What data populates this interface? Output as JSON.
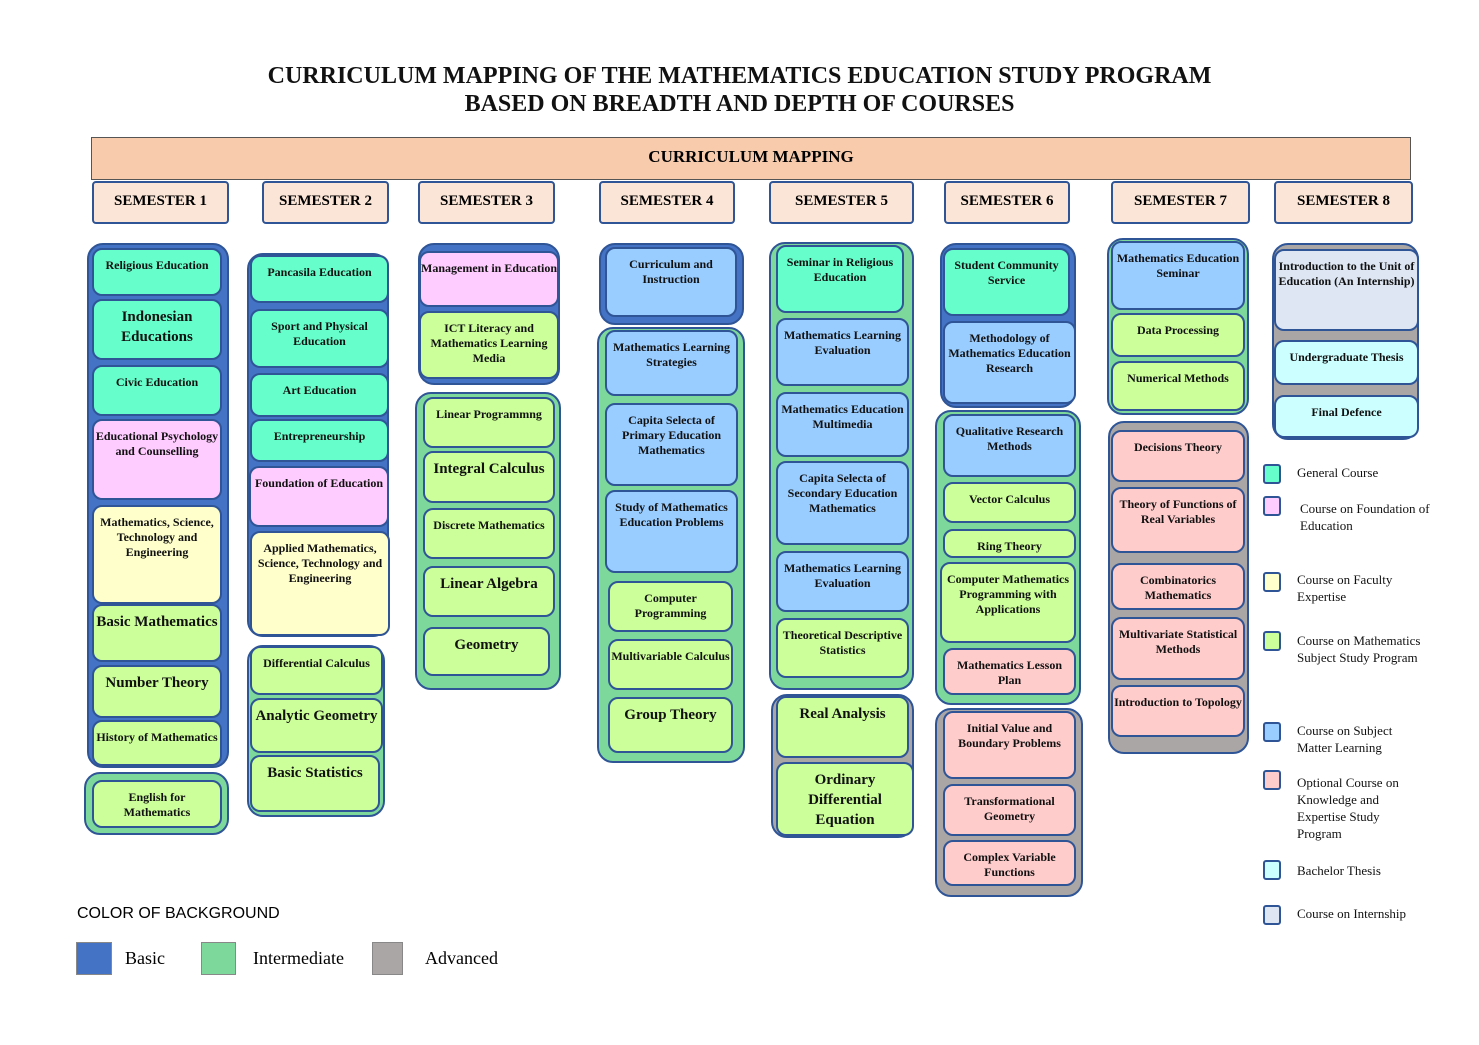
{
  "title": {
    "line1": "CURRICULUM MAPPING OF THE MATHEMATICS EDUCATION STUDY PROGRAM",
    "line2": "BASED ON BREADTH AND DEPTH OF COURSES"
  },
  "banner": "CURRICULUM MAPPING",
  "colors": {
    "basic": "#4472c4",
    "intermediate": "#7dd99b",
    "advanced": "#aaa6a6",
    "general": "#66ffcc",
    "foundation": "#ffccff",
    "faculty": "#ffffcc",
    "math": "#ccff99",
    "subject": "#99ccff",
    "optional": "#ffcccc",
    "thesis": "#ccffff",
    "internship": "#dde6f2"
  },
  "semesters": [
    {
      "label": "SEMESTER 1",
      "groups": [
        {
          "level": "basic",
          "courses": [
            {
              "name": "Religious Education",
              "type": "general"
            },
            {
              "name": "Indonesian Educations",
              "type": "general"
            },
            {
              "name": "Civic Education",
              "type": "general"
            },
            {
              "name": "Educational Psychology and Counselling",
              "type": "foundation"
            },
            {
              "name": "Mathematics, Science, Technology and Engineering",
              "type": "faculty"
            },
            {
              "name": "Basic Mathematics",
              "type": "math"
            },
            {
              "name": "Number Theory",
              "type": "math"
            },
            {
              "name": "History of Mathematics",
              "type": "math"
            }
          ]
        },
        {
          "level": "intermediate",
          "courses": [
            {
              "name": "English for Mathematics",
              "type": "math"
            }
          ]
        }
      ]
    },
    {
      "label": "SEMESTER 2",
      "groups": [
        {
          "level": "basic",
          "courses": [
            {
              "name": "Pancasila Education",
              "type": "general"
            },
            {
              "name": "Sport and Physical Education",
              "type": "general"
            },
            {
              "name": "Art  Education",
              "type": "general"
            },
            {
              "name": "Entrepreneurship",
              "type": "general"
            },
            {
              "name": "Foundation of Education",
              "type": "foundation"
            },
            {
              "name": "Applied Mathematics, Science, Technology and Engineering",
              "type": "faculty"
            }
          ]
        },
        {
          "level": "intermediate",
          "courses": [
            {
              "name": "Differential Calculus",
              "type": "math"
            },
            {
              "name": "Analytic Geometry",
              "type": "math"
            },
            {
              "name": "Basic Statistics",
              "type": "math"
            }
          ]
        }
      ]
    },
    {
      "label": "SEMESTER 3",
      "groups": [
        {
          "level": "basic",
          "courses": [
            {
              "name": "Management in Education",
              "type": "foundation"
            },
            {
              "name": "ICT Literacy and Mathematics Learning Media",
              "type": "math"
            }
          ]
        },
        {
          "level": "intermediate",
          "courses": [
            {
              "name": "Linear Programmng",
              "type": "math"
            },
            {
              "name": "Integral Calculus",
              "type": "math"
            },
            {
              "name": "Discrete Mathematics",
              "type": "math"
            },
            {
              "name": "Linear Algebra",
              "type": "math"
            },
            {
              "name": "Geometry",
              "type": "math"
            }
          ]
        }
      ]
    },
    {
      "label": "SEMESTER 4",
      "groups": [
        {
          "level": "basic",
          "courses": [
            {
              "name": "Curriculum and Instruction",
              "type": "subject"
            }
          ]
        },
        {
          "level": "intermediate",
          "courses": [
            {
              "name": "Mathematics Learning Strategies",
              "type": "subject"
            },
            {
              "name": "Capita Selecta of Primary Education Mathematics",
              "type": "subject"
            },
            {
              "name": "Study of Mathematics Education Problems",
              "type": "subject"
            },
            {
              "name": "Computer Programming",
              "type": "math"
            },
            {
              "name": "Multivariable Calculus",
              "type": "math"
            },
            {
              "name": "Group Theory",
              "type": "math"
            }
          ]
        }
      ]
    },
    {
      "label": "SEMESTER 5",
      "groups": [
        {
          "level": "intermediate",
          "courses": [
            {
              "name": "Seminar in Religious Education",
              "type": "general"
            },
            {
              "name": "Mathematics Learning Evaluation",
              "type": "subject"
            },
            {
              "name": "Mathematics Education Multimedia",
              "type": "subject"
            },
            {
              "name": "Capita Selecta of Secondary Education Mathematics",
              "type": "subject"
            },
            {
              "name": "Mathematics Learning Evaluation",
              "type": "subject"
            },
            {
              "name": "Theoretical Descriptive Statistics",
              "type": "math"
            }
          ]
        },
        {
          "level": "advanced",
          "courses": [
            {
              "name": "Real Analysis",
              "type": "math"
            },
            {
              "name": "Ordinary Differential Equation",
              "type": "math"
            }
          ]
        }
      ]
    },
    {
      "label": "SEMESTER 6",
      "groups": [
        {
          "level": "basic",
          "courses": [
            {
              "name": "Student Community Service",
              "type": "general"
            },
            {
              "name": "Methodology of Mathematics Education Research",
              "type": "subject"
            }
          ]
        },
        {
          "level": "intermediate",
          "courses": [
            {
              "name": "Qualitative Research Methods",
              "type": "subject"
            },
            {
              "name": "Vector Calculus",
              "type": "math"
            },
            {
              "name": "Ring Theory",
              "type": "math"
            },
            {
              "name": "Computer Mathematics Programming with Applications",
              "type": "math"
            },
            {
              "name": "Mathematics Lesson Plan",
              "type": "optional"
            }
          ]
        },
        {
          "level": "advanced",
          "courses": [
            {
              "name": "Initial Value and Boundary Problems",
              "type": "optional"
            },
            {
              "name": "Transformational Geometry",
              "type": "optional"
            },
            {
              "name": "Complex Variable Functions",
              "type": "optional"
            }
          ]
        }
      ]
    },
    {
      "label": "SEMESTER 7",
      "groups": [
        {
          "level": "intermediate",
          "courses": [
            {
              "name": "Mathematics Education Seminar",
              "type": "subject"
            },
            {
              "name": "Data Processing",
              "type": "math"
            },
            {
              "name": "Numerical Methods",
              "type": "math"
            }
          ]
        },
        {
          "level": "advanced",
          "courses": [
            {
              "name": "Decisions Theory",
              "type": "optional"
            },
            {
              "name": "Theory of Functions of Real Variables",
              "type": "optional"
            },
            {
              "name": "Combinatorics Mathematics",
              "type": "optional"
            },
            {
              "name": "Multivariate Statistical Methods",
              "type": "optional"
            },
            {
              "name": "Introduction to Topology",
              "type": "optional"
            }
          ]
        }
      ]
    },
    {
      "label": "SEMESTER 8",
      "groups": [
        {
          "level": "advanced",
          "courses": [
            {
              "name": "Introduction to the Unit of Education (An Internship)",
              "type": "internship"
            },
            {
              "name": "Undergraduate Thesis",
              "type": "thesis"
            },
            {
              "name": "Final Defence",
              "type": "thesis"
            }
          ]
        }
      ]
    }
  ],
  "legend": [
    {
      "type": "general",
      "label": "General Course"
    },
    {
      "type": "foundation",
      "label": "Course on Foundation of Education"
    },
    {
      "type": "faculty",
      "label": "Course on Faculty Expertise"
    },
    {
      "type": "math",
      "label": "Course on Mathematics Subject Study Program"
    },
    {
      "type": "subject",
      "label": "Course on Subject Matter Learning"
    },
    {
      "type": "optional",
      "label": "Optional Course on Knowledge and Expertise Study Program"
    },
    {
      "type": "thesis",
      "label": "Bachelor Thesis"
    },
    {
      "type": "internship",
      "label": "Course on Internship"
    }
  ],
  "background_legend": {
    "heading": "COLOR OF BACKGROUND",
    "items": [
      {
        "level": "basic",
        "label": "Basic"
      },
      {
        "level": "intermediate",
        "label": "Intermediate"
      },
      {
        "level": "advanced",
        "label": "Advanced"
      }
    ]
  }
}
